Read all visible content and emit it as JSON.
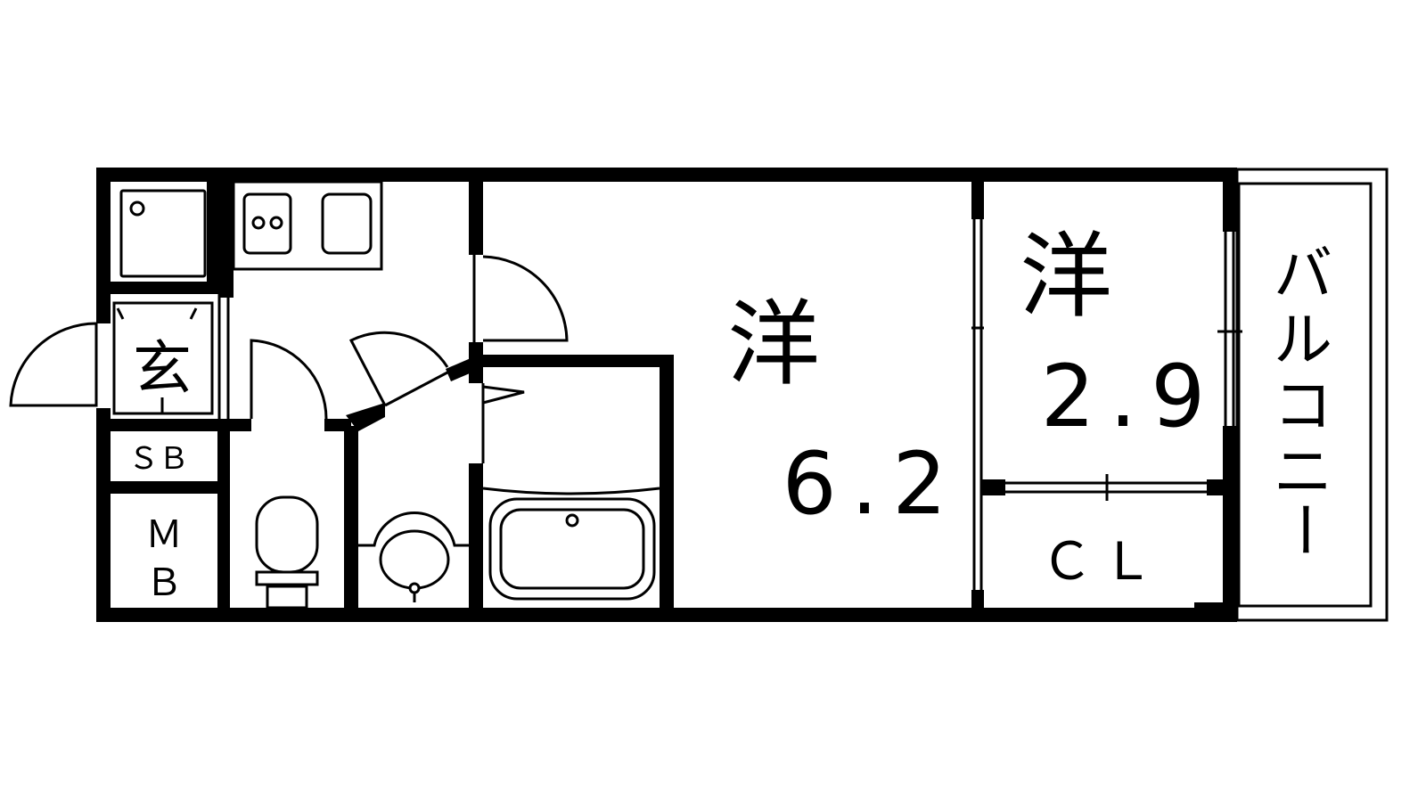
{
  "rooms": {
    "entrance": {
      "label": "玄"
    },
    "shoe_box": {
      "label": "ＳＢ"
    },
    "meter_box": {
      "label_line1": "Ｍ",
      "label_line2": "Ｂ"
    },
    "main_room": {
      "label": "洋",
      "size": "6.2"
    },
    "second_room": {
      "label": "洋",
      "size": "2.9"
    },
    "closet": {
      "label": "ＣＬ"
    },
    "balcony": {
      "label_chars": [
        "バ",
        "ル",
        "コ",
        "ニ",
        "ー"
      ]
    }
  },
  "colors": {
    "wall": "#000000",
    "background": "#ffffff"
  }
}
